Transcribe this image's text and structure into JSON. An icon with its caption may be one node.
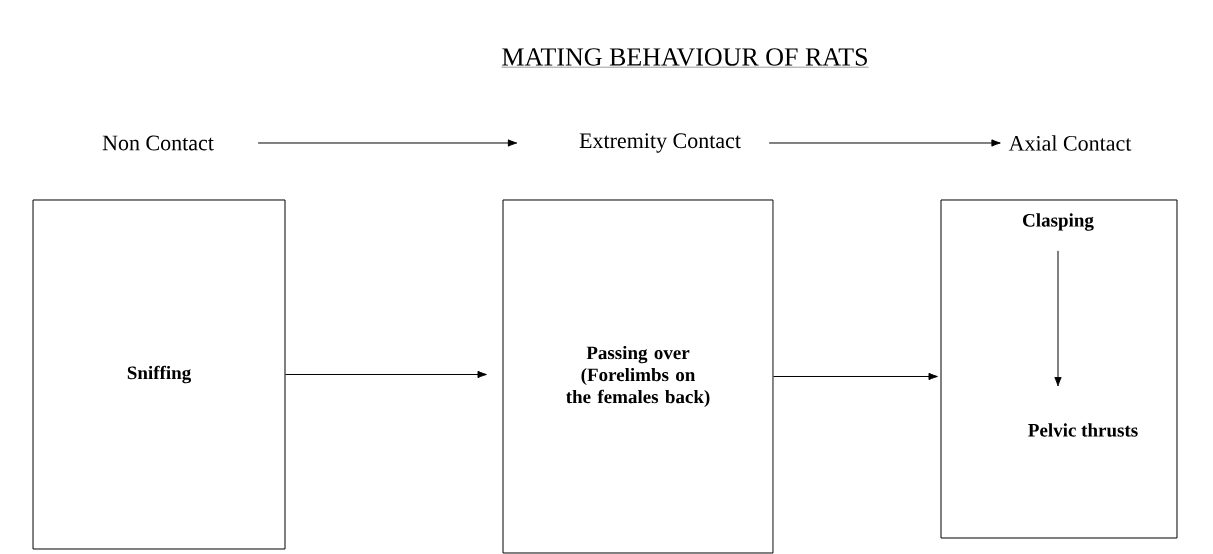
{
  "diagram": {
    "title": "MATING BEHAVIOUR OF RATS",
    "nodes": [
      {
        "text": [
          "Non Contact"
        ]
      },
      {
        "text": [
          "Extremity Contact"
        ]
      },
      {
        "text": [
          "Axial Contact"
        ]
      },
      {
        "text": [
          "Sniffing"
        ]
      },
      {
        "text": [
          "Passing over (Forelimbs on the females back)"
        ]
      },
      {
        "text": [],
        "shape": "box"
      },
      {
        "text": [
          "Clasping"
        ],
        "in": 5
      },
      {
        "text": [
          "Pelvic thrusts"
        ],
        "in": 5
      }
    ],
    "edges": [
      {
        "from": 0,
        "to": 1,
        "arrow": "to"
      },
      {
        "from": 1,
        "to": 2,
        "arrow": "to"
      },
      {
        "from": 3,
        "to": 4,
        "arrow": "to"
      },
      {
        "from": 4,
        "to": 5,
        "arrow": "to"
      },
      {
        "from": 6,
        "to": 7,
        "arrow": "to"
      }
    ]
  }
}
